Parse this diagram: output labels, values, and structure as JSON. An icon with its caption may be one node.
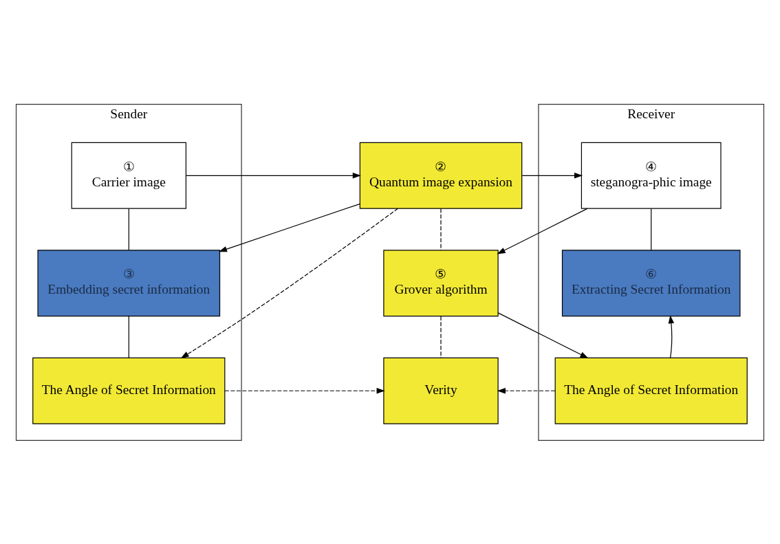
{
  "diagram": {
    "nodes": [
      {
        "text": [
          "Sender"
        ]
      },
      {
        "text": [
          "①",
          "Carrier image"
        ],
        "in": 0
      },
      {
        "text": [
          "③",
          "Embedding secret information"
        ],
        "in": 0
      },
      {
        "text": [
          "The Angle of Secret Information"
        ],
        "in": 0
      },
      {
        "text": [
          "②",
          "Quantum image expansion"
        ]
      },
      {
        "text": [
          "⑤",
          "Grover algorithm"
        ]
      },
      {
        "text": [
          "Verity"
        ]
      },
      {
        "text": [
          "Receiver"
        ]
      },
      {
        "text": [
          "④",
          "steganogra-phic image"
        ],
        "in": 7
      },
      {
        "text": [
          "⑥",
          "Extracting Secret Information"
        ],
        "in": 7
      },
      {
        "text": [
          "The Angle of Secret Information"
        ],
        "in": 7
      }
    ],
    "edges": [
      {
        "from": 1,
        "to": 4,
        "arrow": "to"
      },
      {
        "from": 4,
        "to": 2,
        "arrow": "to"
      },
      {
        "from": 4,
        "to": 3,
        "arrow": "to",
        "style": "dashed"
      },
      {
        "from": 4,
        "to": 8,
        "arrow": "to"
      },
      {
        "from": 8,
        "to": 5,
        "arrow": "to"
      },
      {
        "from": 5,
        "to": 10,
        "arrow": "to"
      },
      {
        "from": 1,
        "to": 2,
        "arrow": "none"
      },
      {
        "from": 2,
        "to": 3,
        "arrow": "none"
      },
      {
        "from": 4,
        "to": 5,
        "arrow": "none",
        "style": "dashed"
      },
      {
        "from": 5,
        "to": 6,
        "arrow": "none",
        "style": "dashed"
      },
      {
        "from": 3,
        "to": 6,
        "arrow": "to",
        "style": "dashed"
      },
      {
        "from": 10,
        "to": 6,
        "arrow": "to",
        "style": "dashed"
      },
      {
        "from": 10,
        "to": 9,
        "arrow": "to"
      },
      {
        "from": 8,
        "to": 9,
        "arrow": "none"
      }
    ]
  }
}
